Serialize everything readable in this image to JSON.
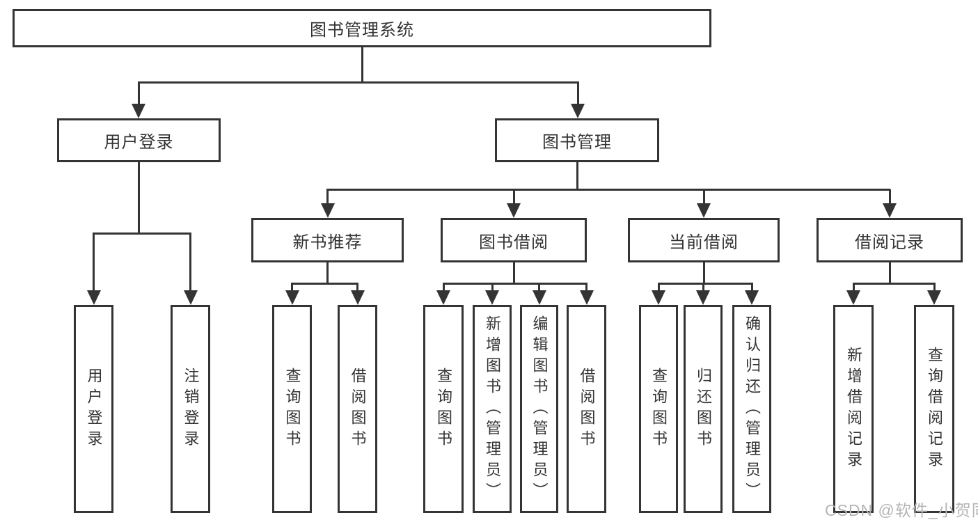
{
  "nodes": {
    "root": "图书管理系统",
    "user_login": "用户登录",
    "book_management": "图书管理",
    "new_book_recommend": "新书推荐",
    "book_borrow": "图书借阅",
    "current_borrow": "当前借阅",
    "borrow_records": "借阅记录",
    "leaves": {
      "user_login": [
        "用户登录",
        "注销登录"
      ],
      "new_book_recommend": [
        "查询图书",
        "借阅图书"
      ],
      "book_borrow": [
        "查询图书",
        "新增图书（管理员）",
        "编辑图书（管理员）",
        "借阅图书"
      ],
      "current_borrow": [
        "查询图书",
        "归还图书",
        "确认归还（管理员）"
      ],
      "borrow_records": [
        "新增借阅记录",
        "查询借阅记录"
      ]
    }
  },
  "watermark": "CSDN @软件_小贺同学",
  "colors": {
    "line": "#343434",
    "text": "#333333",
    "background": "#ffffff",
    "watermark": "#b5b5b5"
  }
}
